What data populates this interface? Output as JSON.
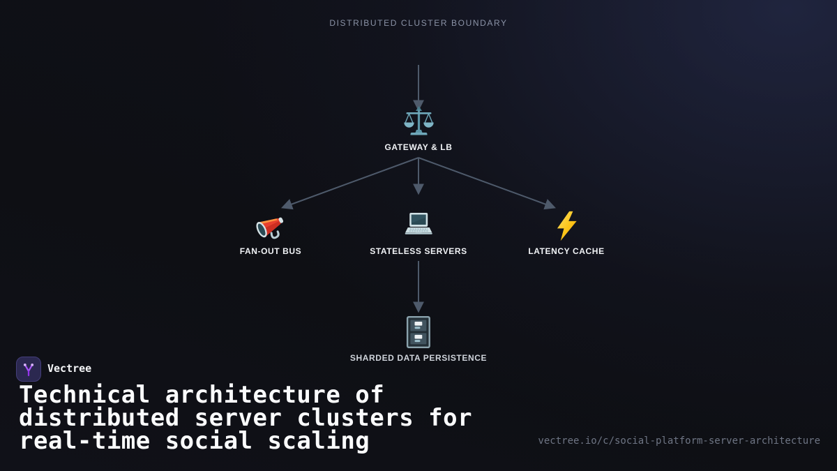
{
  "diagram": {
    "boundary_label": "DISTRIBUTED CLUSTER BOUNDARY",
    "nodes": {
      "gateway": {
        "label": "GATEWAY & LB",
        "icon": "scales-icon"
      },
      "fanout": {
        "label": "FAN-OUT BUS",
        "icon": "megaphone-icon"
      },
      "stateless": {
        "label": "STATELESS SERVERS",
        "icon": "laptop-icon"
      },
      "latency": {
        "label": "LATENCY CACHE",
        "icon": "lightning-icon"
      },
      "sharded": {
        "label": "SHARDED DATA PERSISTENCE",
        "icon": "file-cabinet-icon"
      }
    },
    "edges": [
      {
        "from": "boundary-top",
        "to": "gateway"
      },
      {
        "from": "gateway",
        "to": "fanout"
      },
      {
        "from": "gateway",
        "to": "stateless"
      },
      {
        "from": "gateway",
        "to": "latency"
      },
      {
        "from": "stateless",
        "to": "sharded"
      }
    ]
  },
  "footer": {
    "brand": {
      "name": "Vectree"
    },
    "title_lines": [
      "Technical architecture of",
      "distributed server clusters for",
      "real-time social scaling"
    ],
    "url": "vectree.io/c/social-platform-server-architecture"
  },
  "colors": {
    "background_base": "#0e0f14",
    "background_glow": "#1a1e33",
    "arrow": "#4e5a6b",
    "boundary_label": "#8b93a7",
    "node_label": "#f1f3f6",
    "node_label_dim": "#cfd4db",
    "title": "#fafbfc",
    "url": "#6e7584",
    "brand_accent": "#a855f7",
    "logo_background": "#2b2850"
  }
}
